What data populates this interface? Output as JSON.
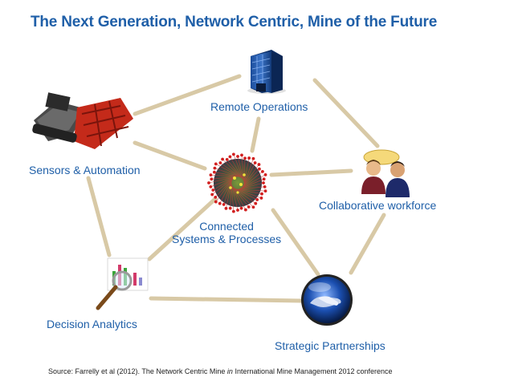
{
  "title": "The Next Generation, Network Centric, Mine of the Future",
  "nodes": {
    "remote": {
      "label": "Remote Operations",
      "icon": "office-building-icon"
    },
    "sensors": {
      "label": "Sensors & Automation",
      "icon": "mining-machine-icon"
    },
    "connected": {
      "line1": "Connected",
      "line2": "Systems & Processes",
      "icon": "network-globe-icon"
    },
    "collab": {
      "label": "Collaborative workforce",
      "icon": "people-icon"
    },
    "decision": {
      "label": "Decision Analytics",
      "icon": "magnifier-chart-icon"
    },
    "strategic": {
      "label": "Strategic Partnerships",
      "icon": "handshake-icon"
    }
  },
  "source": {
    "prefix": "Source:  Farrelly et al (2012).  The Network Centric Mine ",
    "italic": "in",
    "suffix": " International Mine Management 2012 conference"
  },
  "colors": {
    "title": "#1f5fa8",
    "label": "#1f5fa8",
    "connector": "#d8c9a6"
  }
}
